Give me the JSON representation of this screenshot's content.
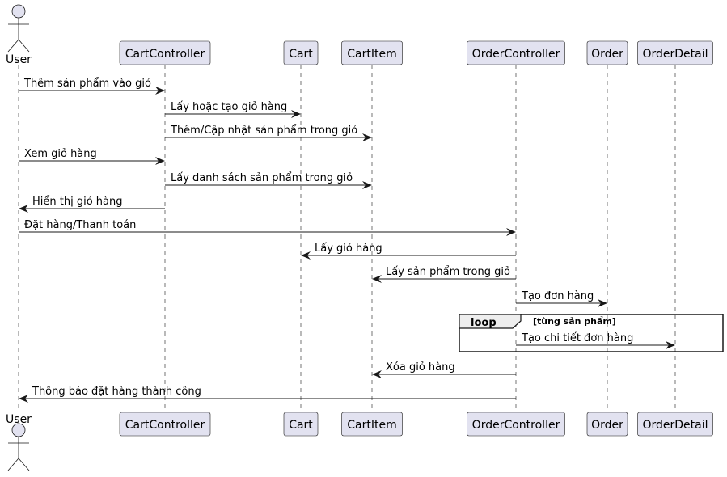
{
  "diagram": {
    "participants": [
      {
        "id": "user",
        "label": "User",
        "kind": "actor"
      },
      {
        "id": "cartcontroller",
        "label": "CartController",
        "kind": "participant"
      },
      {
        "id": "cart",
        "label": "Cart",
        "kind": "participant"
      },
      {
        "id": "cartitem",
        "label": "CartItem",
        "kind": "participant"
      },
      {
        "id": "ordercontroller",
        "label": "OrderController",
        "kind": "participant"
      },
      {
        "id": "order",
        "label": "Order",
        "kind": "participant"
      },
      {
        "id": "orderdetail",
        "label": "OrderDetail",
        "kind": "participant"
      }
    ],
    "messages": [
      {
        "from": "user",
        "to": "cartcontroller",
        "label": "Thêm sản phẩm vào giỏ"
      },
      {
        "from": "cartcontroller",
        "to": "cart",
        "label": "Lấy hoặc tạo giỏ hàng"
      },
      {
        "from": "cartcontroller",
        "to": "cartitem",
        "label": "Thêm/Cập nhật sản phẩm trong giỏ"
      },
      {
        "from": "user",
        "to": "cartcontroller",
        "label": "Xem giỏ hàng"
      },
      {
        "from": "cartcontroller",
        "to": "cartitem",
        "label": "Lấy danh sách sản phẩm trong giỏ"
      },
      {
        "from": "cartcontroller",
        "to": "user",
        "label": "Hiển thị giỏ hàng"
      },
      {
        "from": "user",
        "to": "ordercontroller",
        "label": "Đặt hàng/Thanh toán"
      },
      {
        "from": "ordercontroller",
        "to": "cart",
        "label": "Lấy giỏ hàng"
      },
      {
        "from": "ordercontroller",
        "to": "cartitem",
        "label": "Lấy sản phẩm trong giỏ"
      },
      {
        "from": "ordercontroller",
        "to": "order",
        "label": "Tạo đơn hàng"
      },
      {
        "from": "ordercontroller",
        "to": "orderdetail",
        "label": "Tạo chi tiết đơn hàng"
      },
      {
        "from": "ordercontroller",
        "to": "cartitem",
        "label": "Xóa giỏ hàng"
      },
      {
        "from": "ordercontroller",
        "to": "user",
        "label": "Thông báo đặt hàng thành công"
      }
    ],
    "loop": {
      "keyword": "loop",
      "guard": "[từng sản phẩm]"
    },
    "colors": {
      "participant_fill": "#E2E2F0",
      "participant_stroke": "#181818",
      "lifeline": "#181818",
      "line": "#181818",
      "loop_tab_fill": "#EEEEEE"
    }
  }
}
